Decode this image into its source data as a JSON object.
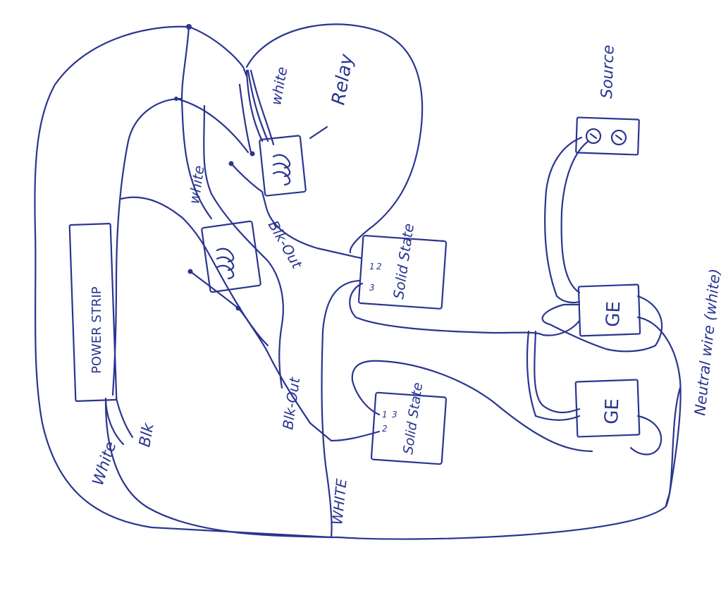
{
  "colors": {
    "ink": "#2a3590",
    "paper": "#ffffff"
  },
  "labels": {
    "power_strip": "POWER STRIP",
    "relay": "Relay",
    "source": "Source",
    "solid_state_top": "Solid State",
    "solid_state_bottom": "Solid State",
    "ge_top": "GE",
    "ge_bottom": "GE",
    "neutral_wire": "Neutral wire (white)",
    "white_bottom": "WHITE",
    "white_left": "White",
    "blk": "Blk",
    "blk_out_lower": "Blk-Out",
    "blk_out_upper": "Blk-Out",
    "white_upper": "white",
    "white_relay": "white",
    "ssr_top_pin1": "1",
    "ssr_top_pin2": "2",
    "ssr_top_pin3": "3",
    "ssr_bottom_pin1": "1",
    "ssr_bottom_pin2": "2",
    "ssr_bottom_pin3": "3"
  },
  "icons": {
    "relay_coil": "coil-icon",
    "outlet": "outlet-icon"
  }
}
